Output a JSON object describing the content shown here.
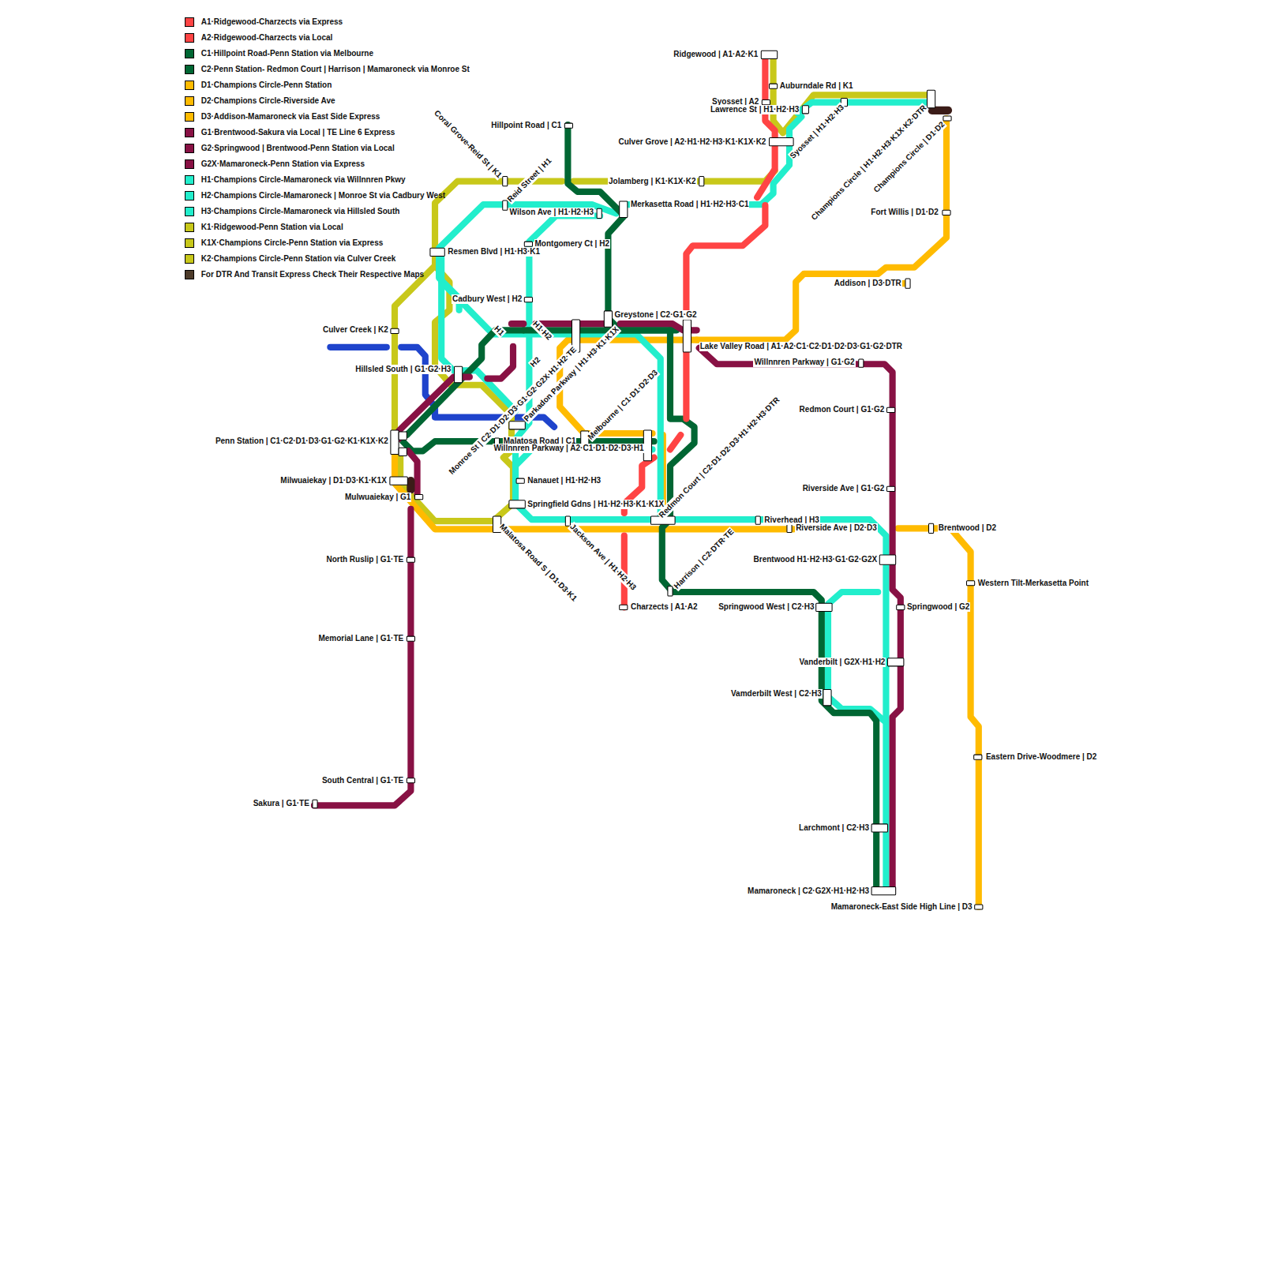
{
  "diagram": {
    "labels": [
      "Ridgewood | A1·A2·K1",
      "Auburndale Rd | K1",
      "Syosset | A2",
      "Lawrence St | H1·H2·H3",
      "Syosset | H1·H2·H3",
      "Champions Circle | H1·H2·H3·K1X·K2·DTR",
      "Champions Circle | D1·D2",
      "Hillpoint Road | C1",
      "Culver Grove | A2·H1·H2·H3·K1·K1X·K2",
      "Coral Grove-Reid St | K1",
      "Reid Street | H1",
      "Jolamberg | K1·K1X·K2",
      "Wilson Ave | H1·H2·H3",
      "Merkasetta Road | H1·H2·H3·C1",
      "Fort Willis | D1·D2",
      "Montgomery Ct | H2",
      "Resmen Blvd | H1·H3·K1",
      "Addison | D3·DTR",
      "Cadbury West | H2",
      "Greystone | C2·G1·G2",
      "H1",
      "H1·H2",
      "H2",
      "Culver Creek | K2",
      "Lake Valley Road | A1·A2·C1·C2·D1·D2·D3·G1·G2·DTR",
      "Willnnren Parkway | G1·G2",
      "Hillsled South | G1·G2·H3",
      "Parkadon Parkway | H1·H3·K1·K1X",
      "Monroe St | C2·D1·D2·D3·G1·G2·G2X·H1·H2·TE",
      "Melbourne | C1·D1·D2·D3",
      "Redmon Court | C2·D1·D2·D3·H1·H2·H3·DTR",
      "Redmon Court | G1·G2",
      "Penn Station | C1·C2·D1·D3·G1·G2·K1·K1X·K2",
      "Malatosa Road | C1",
      "Willnnren Parkway | A2·C1·D1·D2·D3·H1",
      "Milwuaiekay | D1·D3·K1·K1X",
      "Nanauet | H1·H2·H3",
      "Riverside Ave | G1·G2",
      "Mulwuaiekay | G1",
      "Springfield Gdns | H1·H2·H3·K1·K1X",
      "Riverhead | H3",
      "Riverside Ave | D2·D3",
      "Brentwood | D2",
      "Malatosa Road S | D1·D3·K1",
      "Jackson Ave | H1·H2·H3",
      "Harrison | C2·DTR·TE",
      "North Ruslip | G1·TE",
      "Brentwood H1·H2·H3·G1·G2·G2X",
      "Western Tilt-Merkasetta Point",
      "Charzects | A1·A2",
      "Springwood West | C2·H3",
      "Springwood | G2",
      "Memorial Lane | G1·TE",
      "Vanderbilt | G2X·H1·H2",
      "Vamderbilt West | C2·H3",
      "Eastern Drive-Woodmere | D2",
      "South Central | G1·TE",
      "Sakura | G1·TE",
      "Larchmont | C2·H3",
      "Mamaroneck | C2·G2X·H1·H2·H3",
      "Mamaroneck-East Side High Line | D3"
    ],
    "legend": [
      {
        "text": "A1·Ridgewood-Charzects via Express",
        "color": "#ff4444"
      },
      {
        "text": "A2·Ridgewood-Charzects via Local",
        "color": "#ff4444"
      },
      {
        "text": "C1·Hillpoint Road-Penn Station via Melbourne",
        "color": "#006633"
      },
      {
        "text": "C2·Penn Station- Redmon Court | Harrison | Mamaroneck via Monroe St",
        "color": "#006633"
      },
      {
        "text": "D1·Champions Circle-Penn Station",
        "color": "#ffbb00"
      },
      {
        "text": "D2·Champions Circle-Riverside Ave",
        "color": "#ffbb00"
      },
      {
        "text": "D3·Addison-Mamaroneck via East Side Express",
        "color": "#ffbb00"
      },
      {
        "text": "G1·Brentwood-Sakura via Local | TE Line 6 Express",
        "color": "#881144"
      },
      {
        "text": "G2·Springwood | Brentwood-Penn Station via Local",
        "color": "#881144"
      },
      {
        "text": "G2X·Mamaroneck-Penn Station via Express",
        "color": "#881144"
      },
      {
        "text": "H1·Champions Circle-Mamaroneck via Willnnren Pkwy",
        "color": "#22eecc"
      },
      {
        "text": "H2·Champions Circle-Mamaroneck | Monroe St via Cadbury West",
        "color": "#22eecc"
      },
      {
        "text": "H3·Champions Circle-Mamaroneck via Hillsled South",
        "color": "#22eecc"
      },
      {
        "text": "K1·Ridgewood-Penn Station via Local",
        "color": "#c8c81a"
      },
      {
        "text": "K1X·Champions Circle-Penn Station via Express",
        "color": "#c8c81a"
      },
      {
        "text": "K2·Champions Circle-Penn Station via Culver Creek",
        "color": "#c8c81a"
      },
      {
        "text": "For DTR And Transit Express Check Their Respective Maps",
        "color": "#4d3b2a"
      }
    ]
  }
}
